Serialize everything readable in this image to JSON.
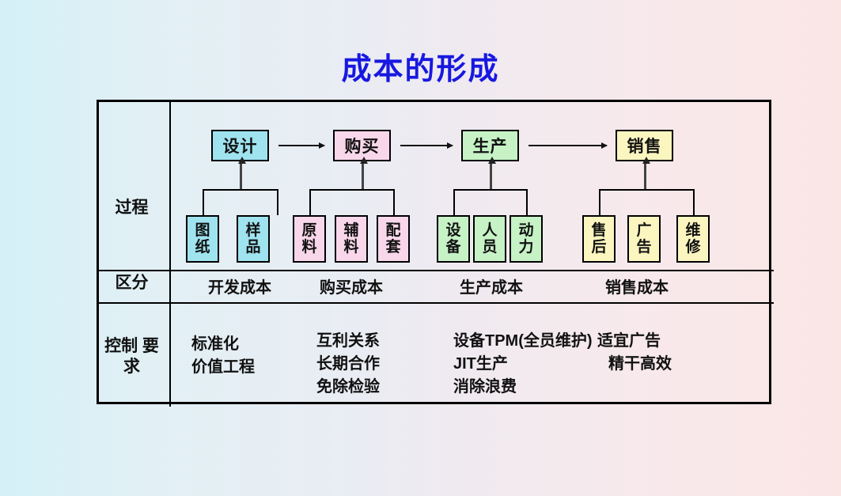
{
  "title": "成本的形成",
  "rows": {
    "process_label": "过程",
    "category_label": "区分",
    "control_label_line1": "控制",
    "control_label_line2": "要求"
  },
  "process_boxes": [
    {
      "label": "设计",
      "color": "#9fe3ef"
    },
    {
      "label": "购买",
      "color": "#f9d7ea"
    },
    {
      "label": "生产",
      "color": "#c6f2c6"
    },
    {
      "label": "销售",
      "color": "#fbf5c0"
    }
  ],
  "sub_boxes": {
    "design": [
      {
        "char1": "图",
        "char2": "纸"
      },
      {
        "char1": "样",
        "char2": "品"
      }
    ],
    "buy": [
      {
        "char1": "原",
        "char2": "料"
      },
      {
        "char1": "辅",
        "char2": "料"
      },
      {
        "char1": "配",
        "char2": "套"
      }
    ],
    "production": [
      {
        "char1": "设",
        "char2": "备"
      },
      {
        "char1": "人",
        "char2": "员"
      },
      {
        "char1": "动",
        "char2": "力"
      }
    ],
    "sales": [
      {
        "char1": "售",
        "char2": "后"
      },
      {
        "char1": "广",
        "char2": "告"
      },
      {
        "char1": "维",
        "char2": "修"
      }
    ]
  },
  "categories": [
    "开发成本",
    "购买成本",
    "生产成本",
    "销售成本"
  ],
  "control_requirements": [
    {
      "lines": [
        "标准化",
        "价值工程"
      ]
    },
    {
      "lines": [
        "互利关系",
        "长期合作",
        "免除检验"
      ]
    },
    {
      "lines": [
        "设备TPM(全员维护)",
        "JIT生产",
        "消除浪费"
      ]
    },
    {
      "lines": [
        "适宜广告",
        "精干高效"
      ]
    }
  ],
  "colors": {
    "title": "#1818e0",
    "border": "#000000",
    "cyan": "#9fe3ef",
    "pink": "#f9d7ea",
    "green": "#c6f2c6",
    "yellow": "#fbf5c0",
    "bg_left": "#d4f1f7",
    "bg_right": "#fbe6e6"
  }
}
